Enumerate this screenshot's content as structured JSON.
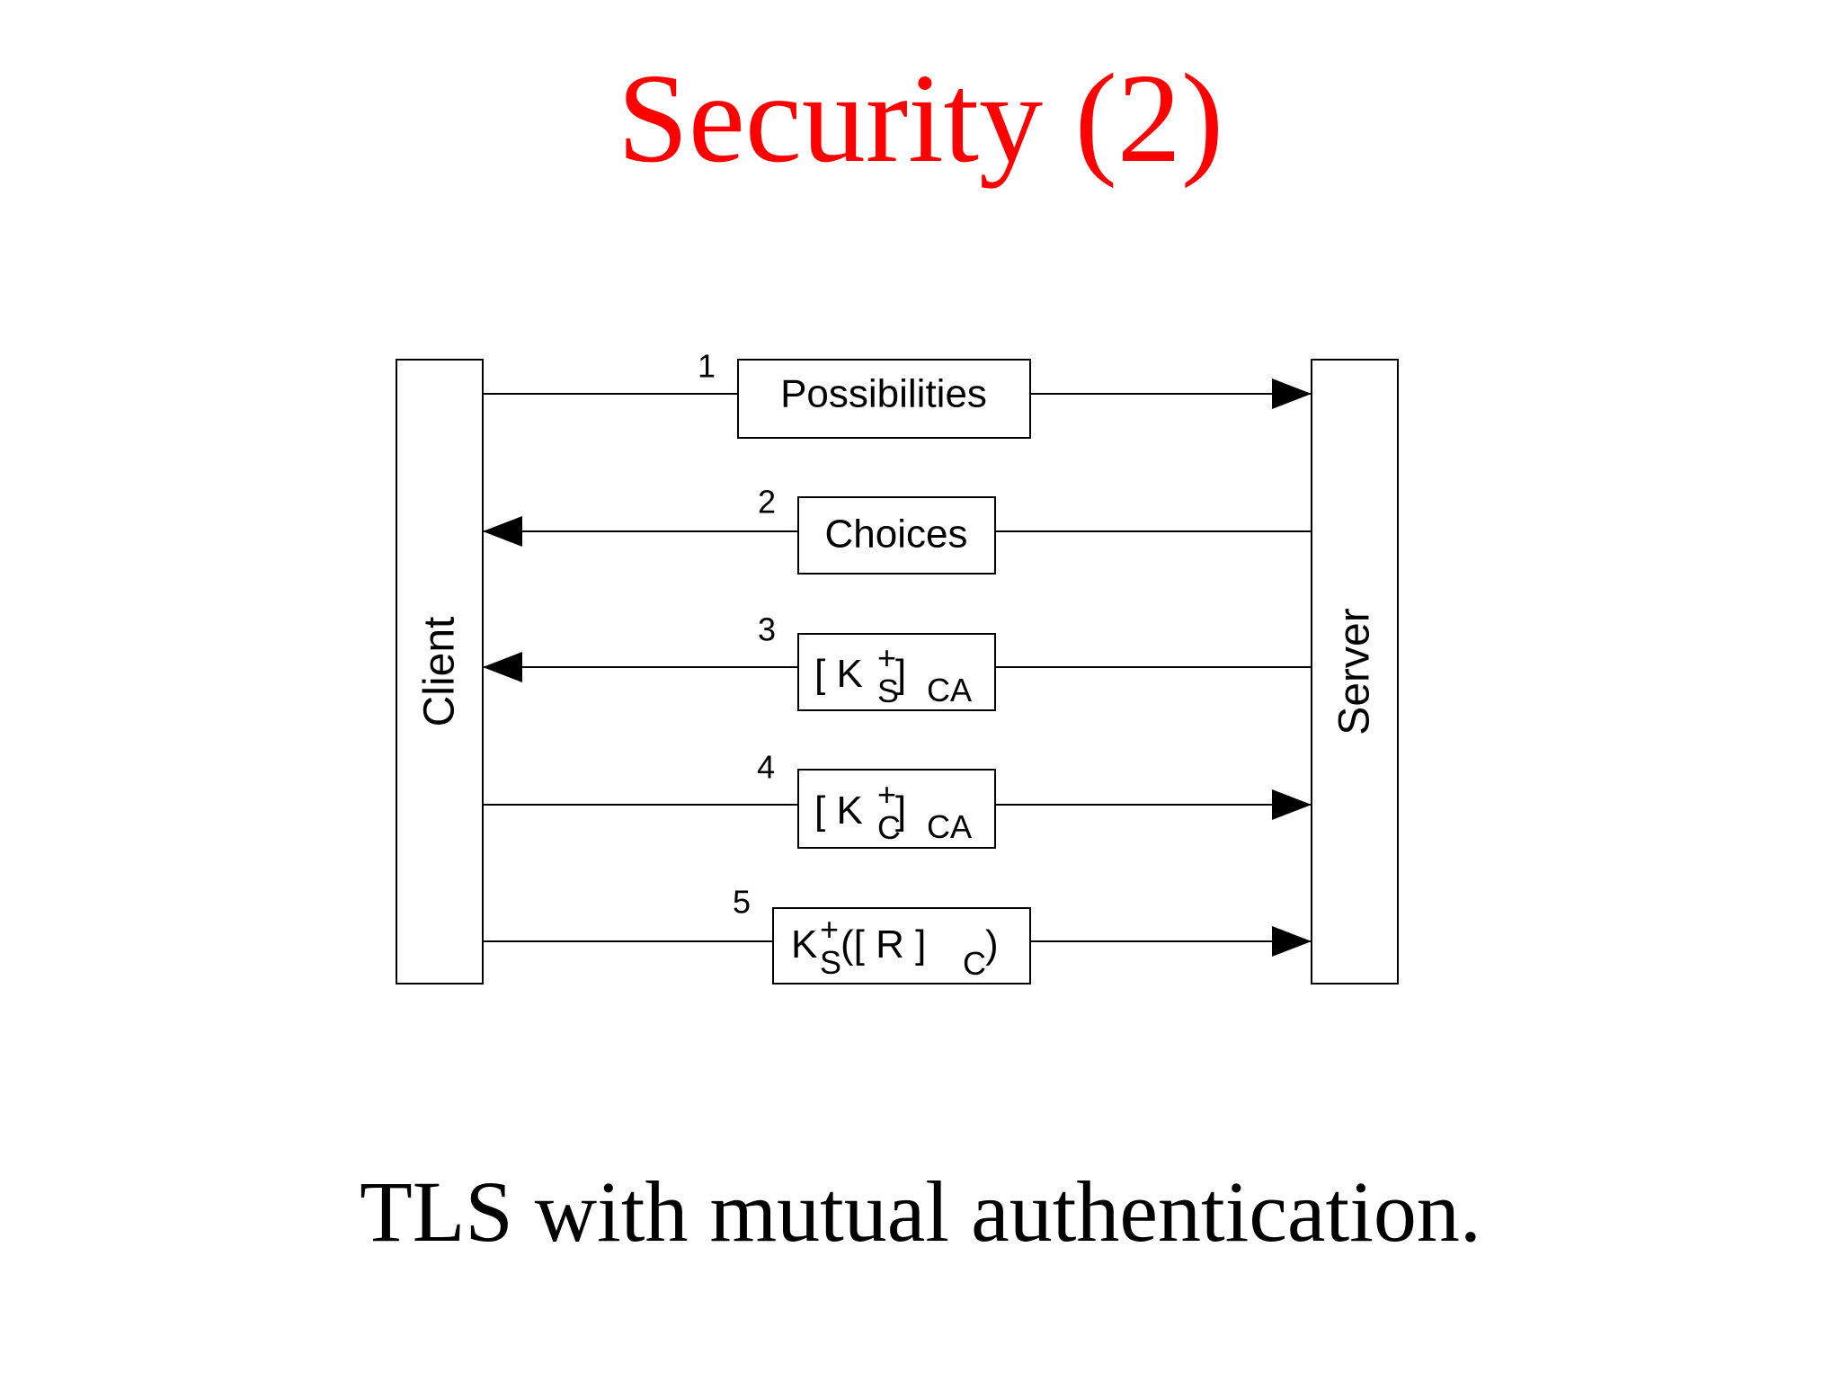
{
  "slide": {
    "title": "Security (2)",
    "caption": "TLS with mutual authentication.",
    "title_color": "#ff0000"
  },
  "diagram": {
    "client_label": "Client",
    "server_label": "Server",
    "messages": [
      {
        "number": "1",
        "direction": "client-to-server",
        "label": {
          "text": "Possibilities"
        }
      },
      {
        "number": "2",
        "direction": "server-to-client",
        "label": {
          "text": "Choices"
        }
      },
      {
        "number": "3",
        "direction": "server-to-client",
        "label": {
          "open": "[ K",
          "sup": "+",
          "sub": "S",
          "close": " ]",
          "close_sub": "CA"
        }
      },
      {
        "number": "4",
        "direction": "client-to-server",
        "label": {
          "open": "[ K",
          "sup": "+",
          "sub": "C",
          "close": " ]",
          "close_sub": "CA"
        }
      },
      {
        "number": "5",
        "direction": "client-to-server",
        "label": {
          "open": "K",
          "sup": "+",
          "sub": "S",
          "mid": "([ R ]",
          "mid_sub": "C",
          "end": ")"
        }
      }
    ]
  }
}
